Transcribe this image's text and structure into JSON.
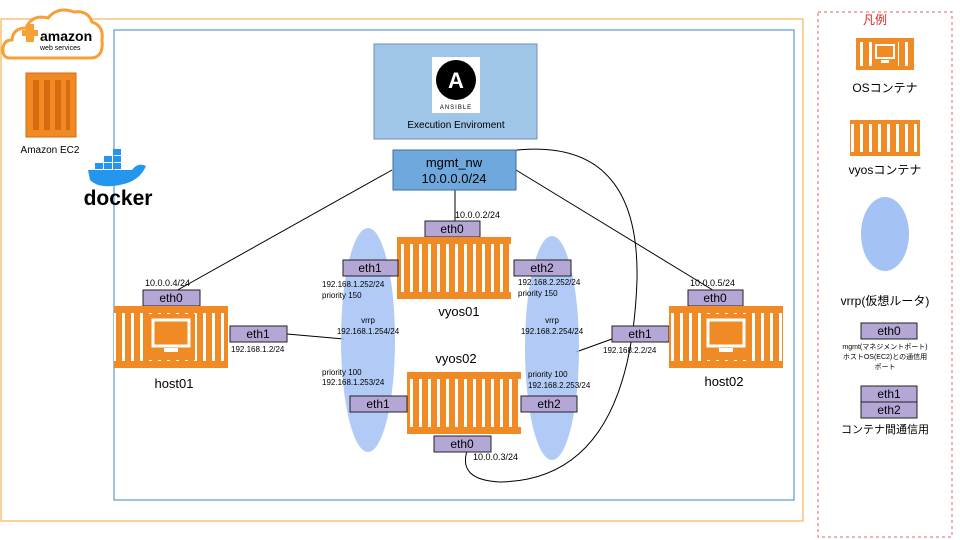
{
  "aws": {
    "logo_word": "amazon",
    "logo_sub": "web services",
    "ec2_label": "Amazon EC2",
    "border_color": "#f7a035"
  },
  "docker": {
    "label": "docker",
    "color": "#2496ed"
  },
  "ansible": {
    "logo_letter": "A",
    "logo_word": "ANSIBLE",
    "label": "Execution Enviroment"
  },
  "mgmt": {
    "name": "mgmt_nw",
    "cidr": "10.0.0.0/24"
  },
  "vyos01": {
    "name": "vyos01",
    "eth0": "eth0",
    "eth0_ip": "10.0.0.2/24",
    "eth1": "eth1",
    "eth1_ip": "192.168.1.252/24",
    "eth1_priority": "priority 150",
    "eth2": "eth2",
    "eth2_ip": "192.168.2.252/24",
    "eth2_priority": "priority 150"
  },
  "vyos02": {
    "name": "vyos02",
    "eth0": "eth0",
    "eth0_ip": "10.0.0.3/24",
    "eth1": "eth1",
    "eth1_ip": "192.168.1.253/24",
    "eth1_priority": "priority 100",
    "eth2": "eth2",
    "eth2_ip": "192.168.2.253/24",
    "eth2_priority": "priority 100"
  },
  "vrrp1": {
    "label": "vrrp",
    "vip": "192.168.1.254/24"
  },
  "vrrp2": {
    "label": "vrrp",
    "vip": "192.168.2.254/24"
  },
  "host01": {
    "name": "host01",
    "eth0": "eth0",
    "eth0_ip": "10.0.0.4/24",
    "eth1": "eth1",
    "eth1_ip": "192.168.1.2/24"
  },
  "host02": {
    "name": "host02",
    "eth0": "eth0",
    "eth0_ip": "10.0.0.5/24",
    "eth1": "eth1",
    "eth1_ip": "192.168.2.2/24"
  },
  "legend": {
    "title": "凡例",
    "os_container": "OSコンテナ",
    "vyos_container": "vyosコンテナ",
    "vrrp": "vrrp(仮想ルータ)",
    "eth0": "eth0",
    "mgmt_line1": "mgmt(マネジメントポート)",
    "mgmt_line2": "ホストOS(EC2)との通信用",
    "mgmt_line3": "ポート",
    "eth1": "eth1",
    "eth2": "eth2",
    "inter_container": "コンテナ間通信用",
    "title_color": "#e02020"
  },
  "colors": {
    "orange": "#f08a24",
    "orange_dark": "#d86b10",
    "port": "#b4a7d6",
    "vrrp": "#a4c2f4",
    "mgmt": "#6fa8dc",
    "ansible_bg": "#9fc5e8",
    "frame": "#3d85c6"
  }
}
